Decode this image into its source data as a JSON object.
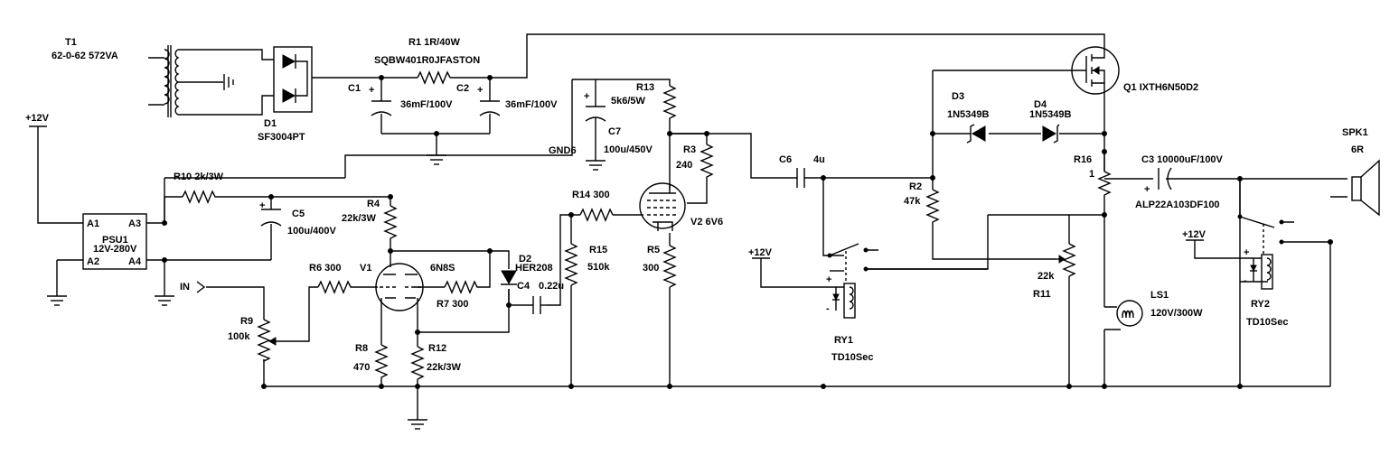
{
  "colors": {
    "ink": "#000000",
    "paper": "#ffffff"
  },
  "labels": {
    "t1": "T1",
    "t1_val": "62-0-62 572VA",
    "d1": "D1",
    "d1_val": "SF3004PT",
    "r1": "R1  1R/40W",
    "r1_val": "SQBW401R0JFASTON",
    "c1": "C1",
    "c1_val": "36mF/100V",
    "c2": "C2",
    "c2_val": "36mF/100V",
    "gnd6": "GND6",
    "c7": "C7",
    "c7_val": "100u/450V",
    "r13": "R13",
    "r13_val": "5k6/5W",
    "r3": "R3",
    "r3_val": "240",
    "q1": "Q1  IXTH6N50D2",
    "d3": "D3",
    "d3_val": "1N5349B",
    "d4": "D4",
    "d4_val": "1N5349B",
    "r16": "R16",
    "r16_val": "1",
    "c3": "C3  10000uF/100V",
    "c3_val": "ALP22A103DF100",
    "spk1": "SPK1",
    "spk1_val": "6R",
    "vcc_psu": "+12V",
    "psu1": "PSU1",
    "psu1_val": "12V-280V",
    "psu_a1": "A1",
    "psu_a2": "A2",
    "psu_a3": "A3",
    "psu_a4": "A4",
    "r10": "R10  2k/3W",
    "c5": "C5",
    "c5_val": "100u/400V",
    "r4": "R4",
    "r4_val": "22k/3W",
    "r6": "R6     300",
    "v1": "V1",
    "v1_val": "6N8S",
    "r7": "R7     300",
    "in": "IN",
    "r9": "R9",
    "r9_val": "100k",
    "r8": "R8",
    "r8_val": "470",
    "r12": "R12",
    "r12_val": "22k/3W",
    "d2": "D2",
    "d2_val": "HER208",
    "c4": "C4",
    "c4_val": "0.22u",
    "r14": "R14  300",
    "r15": "R15",
    "r15_val": "510k",
    "v2": "V2  6V6",
    "r5": "R5",
    "r5_val": "300",
    "c6": "C6",
    "c6_val": "4u",
    "r2": "R2",
    "r2_val": "47k",
    "vcc_ry1": "+12V",
    "ry1": "RY1",
    "ry1_val": "TD10Sec",
    "r11_val": "22k",
    "r11": "R11",
    "ls1": "LS1",
    "ls1_val": "120V/300W",
    "vcc_ry2": "+12V",
    "ry2": "RY2",
    "ry2_val": "TD10Sec",
    "plus": "+",
    "minus": "-"
  }
}
